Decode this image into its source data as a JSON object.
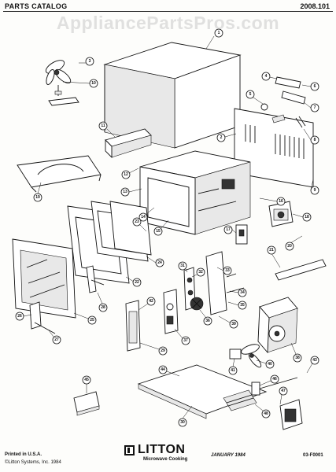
{
  "header": {
    "title_left": "PARTS CATALOG",
    "doc_number": "2008.101"
  },
  "watermark": "AppliancePartsPros.com",
  "footer": {
    "printed": "Printed in U.S.A.",
    "copyright": "©Litton Systems, Inc. 1984",
    "brand": "LITTON",
    "brand_sub": "Microwave Cooking",
    "date": "JANUARY 1984",
    "code": "03-F0001"
  },
  "callouts": [
    "1",
    "2",
    "3",
    "4",
    "5",
    "6",
    "7",
    "8",
    "9",
    "10",
    "11",
    "12",
    "13",
    "14",
    "15",
    "16",
    "17",
    "18",
    "19",
    "20",
    "21",
    "22",
    "23",
    "24",
    "25",
    "26",
    "27",
    "28",
    "29",
    "30",
    "31",
    "32",
    "33",
    "34",
    "35",
    "36",
    "37",
    "38",
    "39",
    "40",
    "41",
    "42",
    "43",
    "44",
    "45",
    "46",
    "47",
    "48"
  ]
}
